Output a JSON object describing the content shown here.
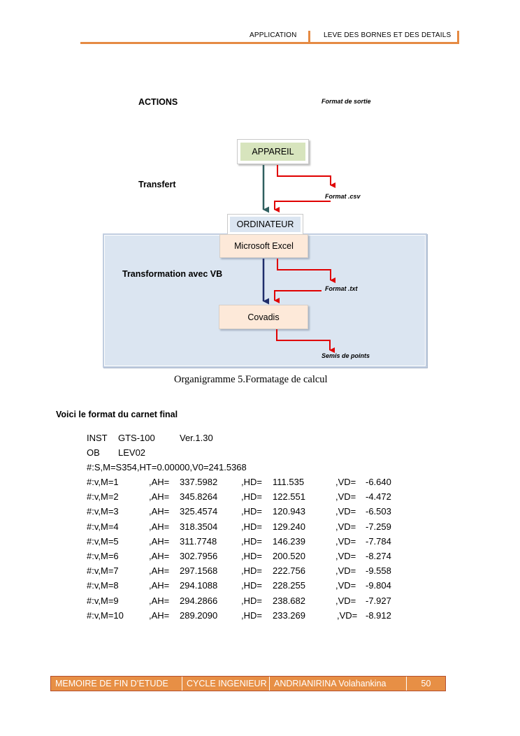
{
  "header": {
    "left": "APPLICATION",
    "right": "LEVE DES BORNES ET DES DETAILS"
  },
  "diagram": {
    "actions_label": "ACTIONS",
    "output_format_label": "Format de sortie",
    "transfert_label": "Transfert",
    "transformation_label": "Transformation avec VB",
    "nodes": {
      "appareil": "APPAREIL",
      "ordinateur": "ORDINATEUR",
      "excel": "Microsoft Excel",
      "covadis": "Covadis"
    },
    "formats": {
      "csv": "Format .csv",
      "txt": "Format .txt",
      "semis": "Semis de points"
    },
    "colors": {
      "appareil_fill": "#d7e4bd",
      "panel_fill": "#dbe5f1",
      "node_fill": "#fde9d9",
      "red_arrow": "#e00000",
      "teal_arrow": "#2f5f5f",
      "navy_arrow": "#1f2d6b"
    }
  },
  "caption": "Organigramme 5.Formatage de calcul",
  "section_title": "Voici le format du carnet final",
  "carnet": {
    "inst": [
      "INST",
      "GTS-100",
      "Ver.1.30"
    ],
    "ob": [
      "OB",
      "LEV02"
    ],
    "station": "#:S,M=S354,HT=0.00000,V0=241.5368",
    "rows": [
      {
        "m": "#:v,M=1",
        "ah_lbl": ",AH=",
        "ah": "337.5982",
        "hd_lbl": ",HD=",
        "hd": "111.535",
        "vd_lbl": ",VD=",
        "vd": "-6.640"
      },
      {
        "m": "#:v,M=2",
        "ah_lbl": ",AH=",
        "ah": "345.8264",
        "hd_lbl": ",HD=",
        "hd": "122.551",
        "vd_lbl": ",VD=",
        "vd": "-4.472"
      },
      {
        "m": "#:v,M=3",
        "ah_lbl": ",AH=",
        "ah": "325.4574",
        "hd_lbl": ",HD=",
        "hd": "120.943",
        "vd_lbl": ",VD=",
        "vd": "-6.503"
      },
      {
        "m": "#:v,M=4",
        "ah_lbl": ",AH=",
        "ah": "318.3504",
        "hd_lbl": ",HD=",
        "hd": "129.240",
        "vd_lbl": ",VD=",
        "vd": "-7.259"
      },
      {
        "m": "#:v,M=5",
        "ah_lbl": ",AH=",
        "ah": "311.7748",
        "hd_lbl": ",HD=",
        "hd": "146.239",
        "vd_lbl": ",VD=",
        "vd": "-7.784"
      },
      {
        "m": "#:v,M=6",
        "ah_lbl": ",AH=",
        "ah": "302.7956",
        "hd_lbl": ",HD=",
        "hd": "200.520",
        "vd_lbl": ",VD=",
        "vd": "-8.274"
      },
      {
        "m": "#:v,M=7",
        "ah_lbl": ",AH=",
        "ah": "297.1568",
        "hd_lbl": ",HD=",
        "hd": "222.756",
        "vd_lbl": ",VD=",
        "vd": "-9.558"
      },
      {
        "m": "#:v,M=8",
        "ah_lbl": ",AH=",
        "ah": "294.1088",
        "hd_lbl": ",HD=",
        "hd": "228.255",
        "vd_lbl": ",VD=",
        "vd": "-9.804"
      },
      {
        "m": "#:v,M=9",
        "ah_lbl": ",AH=",
        "ah": "294.2866",
        "hd_lbl": ",HD=",
        "hd": "238.682",
        "vd_lbl": ",VD=",
        "vd": "-7.927"
      },
      {
        "m": "#:v,M=10",
        "ah_lbl": ",AH=",
        "ah": "289.2090",
        "hd_lbl": ",HD=",
        "hd": "233.269",
        "vd_lbl": ",VD=",
        "vd": "-8.912"
      }
    ]
  },
  "footer": {
    "cells": [
      "MEMOIRE DE FIN D’ETUDE",
      "CYCLE INGENIEUR",
      "ANDRIANIRINA Volahankina",
      "50"
    ]
  }
}
